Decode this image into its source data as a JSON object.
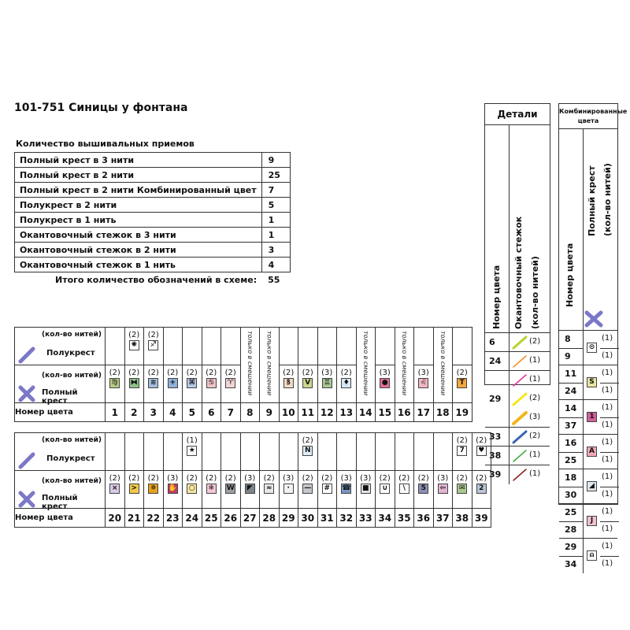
{
  "title": "101-751 Синицы у фонтана",
  "methods": {
    "heading": "Количество вышивальных приемов",
    "rows": [
      {
        "name": "Полный крест в 3 нити",
        "value": "9"
      },
      {
        "name": "Полный крест в 2 нити",
        "value": "25"
      },
      {
        "name": "Полный крест в 2 нити Комбинированный цвет",
        "value": "7"
      },
      {
        "name": "Полукрест в 2 нити",
        "value": "5"
      },
      {
        "name": "Полукрест в 1 нить",
        "value": "1"
      },
      {
        "name": "Окантовочный стежок в 3 нити",
        "value": "1"
      },
      {
        "name": "Окантовочный стежок в 2 нити",
        "value": "3"
      },
      {
        "name": "Окантовочный стежок в 1 нить",
        "value": "4"
      }
    ],
    "total_label": "Итого количество обозначений в схеме:",
    "total_value": "55"
  },
  "labels": {
    "threads": "(кол-во нитей)",
    "half_cross": "Полукрест",
    "full_cross": "Полный крест",
    "color_number": "Номер цвета",
    "blend_only": "только в смешении"
  },
  "palette1": [
    {
      "n": "1",
      "fc": "(2)",
      "fs": "♍",
      "fbg": "#b9cc86",
      "hc": "",
      "hs": ""
    },
    {
      "n": "2",
      "fc": "(2)",
      "fs": "⧓",
      "fbg": "#8fc08a",
      "hc": "(2)",
      "hs": "✺",
      "hbg": "#ffffff"
    },
    {
      "n": "3",
      "fc": "(2)",
      "fs": "≋",
      "fbg": "#a4bcdb",
      "hc": "(2)",
      "hs": "♐",
      "hbg": "#ffffff"
    },
    {
      "n": "4",
      "fc": "(2)",
      "fs": "+",
      "fbg": "#8eb2d8",
      "hc": "",
      "hs": ""
    },
    {
      "n": "5",
      "fc": "(2)",
      "fs": "⌘",
      "fbg": "#b6c8e4",
      "hc": "",
      "hs": ""
    },
    {
      "n": "6",
      "fc": "(2)",
      "fs": "♋",
      "fbg": "#f0c2c8",
      "hc": "",
      "hs": ""
    },
    {
      "n": "7",
      "fc": "(2)",
      "fs": "♈",
      "fbg": "#f3d4d4",
      "hc": "",
      "hs": ""
    },
    {
      "n": "8",
      "fc": "",
      "fs": "",
      "blend": true,
      "hc": "",
      "hs": ""
    },
    {
      "n": "9",
      "fc": "",
      "fs": "",
      "blend": true,
      "hc": "",
      "hs": ""
    },
    {
      "n": "10",
      "fc": "(2)",
      "fs": "ꝸ",
      "fbg": "#f0d9c2",
      "hc": "",
      "hs": ""
    },
    {
      "n": "11",
      "fc": "(2)",
      "fs": "V",
      "fbg": "#c9d68f",
      "hc": "",
      "hs": ""
    },
    {
      "n": "12",
      "fc": "(3)",
      "fs": "♊",
      "fbg": "#a9c592",
      "hc": "",
      "hs": ""
    },
    {
      "n": "13",
      "fc": "(2)",
      "fs": "♦",
      "fbg": "#d7e6f3",
      "hc": "",
      "hs": ""
    },
    {
      "n": "14",
      "fc": "",
      "fs": "",
      "blend": true,
      "hc": "",
      "hs": ""
    },
    {
      "n": "15",
      "fc": "(3)",
      "fs": "●",
      "fbg": "#e06f99",
      "hc": "",
      "hs": ""
    },
    {
      "n": "16",
      "fc": "",
      "fs": "",
      "blend": true,
      "hc": "",
      "hs": ""
    },
    {
      "n": "17",
      "fc": "(3)",
      "fs": "♌",
      "fbg": "#f1b7c2",
      "hc": "",
      "hs": ""
    },
    {
      "n": "18",
      "fc": "",
      "fs": "",
      "blend": true,
      "hc": "",
      "hs": ""
    },
    {
      "n": "19",
      "fc": "(2)",
      "fs": "T",
      "fbg": "#f2a641",
      "hc": "",
      "hs": ""
    }
  ],
  "palette2": [
    {
      "n": "20",
      "fc": "(2)",
      "fs": "×",
      "fbg": "#d9c9e6",
      "hc": "",
      "hs": ""
    },
    {
      "n": "21",
      "fc": "(2)",
      "fs": ">",
      "fbg": "#f2c94c",
      "hc": "",
      "hs": ""
    },
    {
      "n": "22",
      "fc": "(2)",
      "fs": "✵",
      "fbg": "#e6a21a",
      "hc": "",
      "hs": ""
    },
    {
      "n": "23",
      "fc": "(3)",
      "fs": "✋",
      "fbg": "#c33a6a",
      "hc": "",
      "hs": ""
    },
    {
      "n": "24",
      "fc": "(2)",
      "fs": "○",
      "fbg": "#f8e8a3",
      "hc": "(1)",
      "hs": "★",
      "hbg": "#ffffff"
    },
    {
      "n": "25",
      "fc": "(2)",
      "fs": "❄",
      "fbg": "#f5c6d4",
      "hc": "",
      "hs": ""
    },
    {
      "n": "26",
      "fc": "(2)",
      "fs": "W",
      "fbg": "#9aa0a6",
      "hc": "",
      "hs": ""
    },
    {
      "n": "27",
      "fc": "(3)",
      "fs": "◤",
      "fbg": "#7d858c",
      "hc": "",
      "hs": ""
    },
    {
      "n": "28",
      "fc": "(2)",
      "fs": "≈",
      "fbg": "#e8e8e8",
      "hc": "",
      "hs": ""
    },
    {
      "n": "29",
      "fc": "(3)",
      "fs": "·",
      "fbg": "#f2f2f2",
      "hc": "",
      "hs": ""
    },
    {
      "n": "30",
      "fc": "(2)",
      "fs": "—",
      "fbg": "#c4c8cc",
      "hc": "(2)",
      "hs": "N",
      "hbg": "#dfeefa"
    },
    {
      "n": "31",
      "fc": "(2)",
      "fs": "#",
      "fbg": "#ffffff",
      "hc": "",
      "hs": ""
    },
    {
      "n": "32",
      "fc": "(3)",
      "fs": "☎",
      "fbg": "#7a96c4",
      "hc": "",
      "hs": ""
    },
    {
      "n": "33",
      "fc": "(3)",
      "fs": "■",
      "fbg": "#dfe3ea",
      "hc": "",
      "hs": ""
    },
    {
      "n": "34",
      "fc": "(2)",
      "fs": "∪",
      "fbg": "#ffffff",
      "hc": "",
      "hs": ""
    },
    {
      "n": "35",
      "fc": "(2)",
      "fs": "\\",
      "fbg": "#ffffff",
      "hc": "",
      "hs": ""
    },
    {
      "n": "36",
      "fc": "(2)",
      "fs": "5",
      "fbg": "#8c8fb4",
      "hc": "",
      "hs": ""
    },
    {
      "n": "37",
      "fc": "(3)",
      "fs": "⇦",
      "fbg": "#e3b4d4",
      "hc": "",
      "hs": ""
    },
    {
      "n": "38",
      "fc": "(2)",
      "fs": "✉",
      "fbg": "#a9c98f",
      "hc": "(2)",
      "hs": "7",
      "hbg": "#ffffff"
    },
    {
      "n": "39",
      "fc": "(2)",
      "fs": "2",
      "fbg": "#b9c5d6",
      "hc": "(2)",
      "hs": "♥",
      "hbg": "#ffffff"
    }
  ],
  "details": {
    "title": "Детали",
    "col_number": "Номер цвета",
    "col_stitch": "Окантовочный стежок",
    "col_threads": "(кол-во нитей)",
    "rows": [
      {
        "n": "6",
        "lines": [
          {
            "c": "(2)",
            "color": "#b9d12e",
            "w": 3
          }
        ]
      },
      {
        "n": "24",
        "lines": [
          {
            "c": "(1)",
            "color": "#f28c28",
            "w": 1.5
          }
        ]
      },
      {
        "n": "29",
        "lines": [
          {
            "c": "(1)",
            "color": "#e0329a",
            "w": 1.5
          },
          {
            "c": "(2)",
            "color": "#f5e61c",
            "w": 3
          },
          {
            "c": "(3)",
            "color": "#f2b51e",
            "w": 4
          }
        ]
      },
      {
        "n": "33",
        "lines": [
          {
            "c": "(2)",
            "color": "#3a64b8",
            "w": 3
          }
        ]
      },
      {
        "n": "38",
        "lines": [
          {
            "c": "(1)",
            "color": "#3faa3a",
            "w": 1.5
          }
        ]
      },
      {
        "n": "39",
        "lines": [
          {
            "c": "(1)",
            "color": "#8a1e24",
            "w": 1.5
          }
        ]
      }
    ]
  },
  "combined": {
    "title": "Комбинированные цвета",
    "col_number": "Номер цвета",
    "col_cross": "Полный крест",
    "col_threads": "(кол-во нитей)",
    "rows": [
      {
        "a": "8",
        "b": "9",
        "ca": "(1)",
        "cb": "(1)",
        "sym": "⊙",
        "bg": "#ffffff"
      },
      {
        "a": "11",
        "b": "24",
        "ca": "(1)",
        "cb": "(1)",
        "sym": "S",
        "bg": "#e6e4a0"
      },
      {
        "a": "14",
        "b": "37",
        "ca": "(1)",
        "cb": "(1)",
        "sym": "1",
        "bg": "#d05f99"
      },
      {
        "a": "16",
        "b": "25",
        "ca": "(1)",
        "cb": "(1)",
        "sym": "A",
        "bg": "#f0a9b4"
      },
      {
        "a": "18",
        "b": "30",
        "ca": "(1)",
        "cb": "(1)",
        "sym": "◢",
        "bg": "#dfe6ee"
      },
      {
        "a": "25",
        "b": "28",
        "ca": "(1)",
        "cb": "(1)",
        "sym": "J",
        "bg": "#f0c3cc"
      },
      {
        "a": "29",
        "b": "34",
        "ca": "(1)",
        "cb": "(1)",
        "sym": "⍝",
        "bg": "#ffffff"
      }
    ]
  },
  "icons": {
    "half_cross": "half-cross-icon",
    "full_cross": "full-cross-icon",
    "accent": "#7b78c8"
  }
}
